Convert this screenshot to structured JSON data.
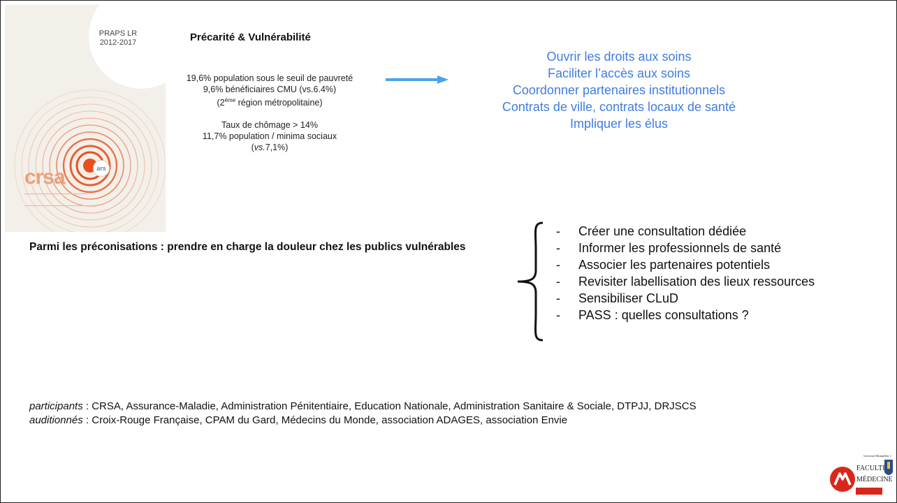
{
  "cover": {
    "label_line1": "PRAPS LR",
    "label_line2": "2012-2017",
    "brand": "crsa",
    "badge": "ars",
    "accent_color": "#e8501f"
  },
  "section_title": "Précarité & Vulnérabilité",
  "stats": {
    "line1": "19,6% population sous le seuil de pauvreté",
    "line2": "9,6% bénéficiaires CMU (vs.6.4%)",
    "line3_pre": "(2",
    "line3_sup": "ème",
    "line3_post": " région métropolitaine)",
    "line4": "Taux de chômage > 14%",
    "line5": "11,7% population / minima sociaux",
    "line6_pre": "(",
    "line6_em": "vs.",
    "line6_post": "7,1%)"
  },
  "objectives": [
    "Ouvrir les droits aux soins",
    "Faciliter l’accès aux soins",
    "Coordonner partenaires institutionnels",
    "Contrats de ville, contrats locaux de santé",
    "Impliquer les élus"
  ],
  "preconisation": "Parmi les préconisations : prendre en charge la douleur chez les publics vulnérables",
  "actions": {
    "bullet": "-",
    "items": [
      "Créer une consultation dédiée",
      "Informer les professionnels de santé",
      "Associer les partenaires potentiels",
      "Revisiter labellisation des lieux ressources",
      "Sensibiliser CLuD",
      "PASS : quelles consultations ?"
    ]
  },
  "participants": {
    "label": "participants",
    "text": " : CRSA, Assurance-Maladie, Administration Pénitentiaire, Education Nationale, Administration Sanitaire & Sociale, DTPJJ, DRJSCS"
  },
  "auditionnes": {
    "label": "auditionnés",
    "text": " : Croix-Rouge Française, CPAM du Gard, Médecins du Monde, association ADAGES, association Envie"
  },
  "logo": {
    "line1": "Université Montpellier 1",
    "line2": "FACULTÉ",
    "line3": "MÉDECINE"
  },
  "colors": {
    "objectives_text": "#3f7ce0",
    "arrow": "#4aa3ea",
    "logo_red": "#d9261c",
    "logo_shield": "#2a4a8a"
  }
}
